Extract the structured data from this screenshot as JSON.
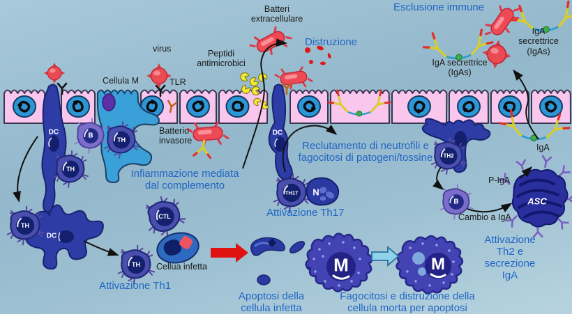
{
  "labels": {
    "esclusione_immune": "Esclusione immune",
    "iga_secrettrice_top": "IgA secrettrice\n(IgAs)",
    "iga_secrettrice_mid": "IgA secrettrice\n(IgAs)",
    "batteri_extracellulare": "Batteri\nextracellulare",
    "distruzione": "Distruzione",
    "peptidi_antimicrobici": "Peptidi\nantimicrobici",
    "virus": "virus",
    "cellula_m": "Cellula M",
    "tlr": "TLR",
    "batterio_invasore": "Batterio\ninvasore",
    "infiammazione": "Infiammazione mediata\ndal complemento",
    "reclutamento": "Reclutamento di neutrofili e\nfagocitosi di patogeni/tossine",
    "attivazione_th17": "Attivazione Th17",
    "iga": "IgA",
    "p_iga": "P-IgA",
    "cambio_a_iga": "Cambio a IgA",
    "attivazione_th2": "Attivazione Th2 e\nsecrezione IgA",
    "attivazione_th1": "Attivazione Th1",
    "cellua_infetta": "Cellua infetta",
    "apoptosi": "Apoptosi della\ncellula infetta",
    "fagocitosi": "Fagocitosi e distruzione della\ncellula morta per apoptosi"
  },
  "cell_labels": {
    "dc": "DC",
    "th": "TH",
    "th17": "TH17",
    "th2": "TH2",
    "b": "B",
    "n": "N",
    "ctl": "CTL",
    "m": "M",
    "asc": "ASC"
  },
  "colors": {
    "text_blue": "#2166c4",
    "text_black": "#1a1a1a",
    "epithelium_pink": "#f9c6ee",
    "nucleus_blue": "#2d96d6",
    "immune_cell_blue": "#2e3ca6",
    "m_cell_blue": "#3aa0d8",
    "pathogen_red": "#ee4a56",
    "iga_yellow": "#d8cd2a",
    "background": "#9fc2d5"
  }
}
